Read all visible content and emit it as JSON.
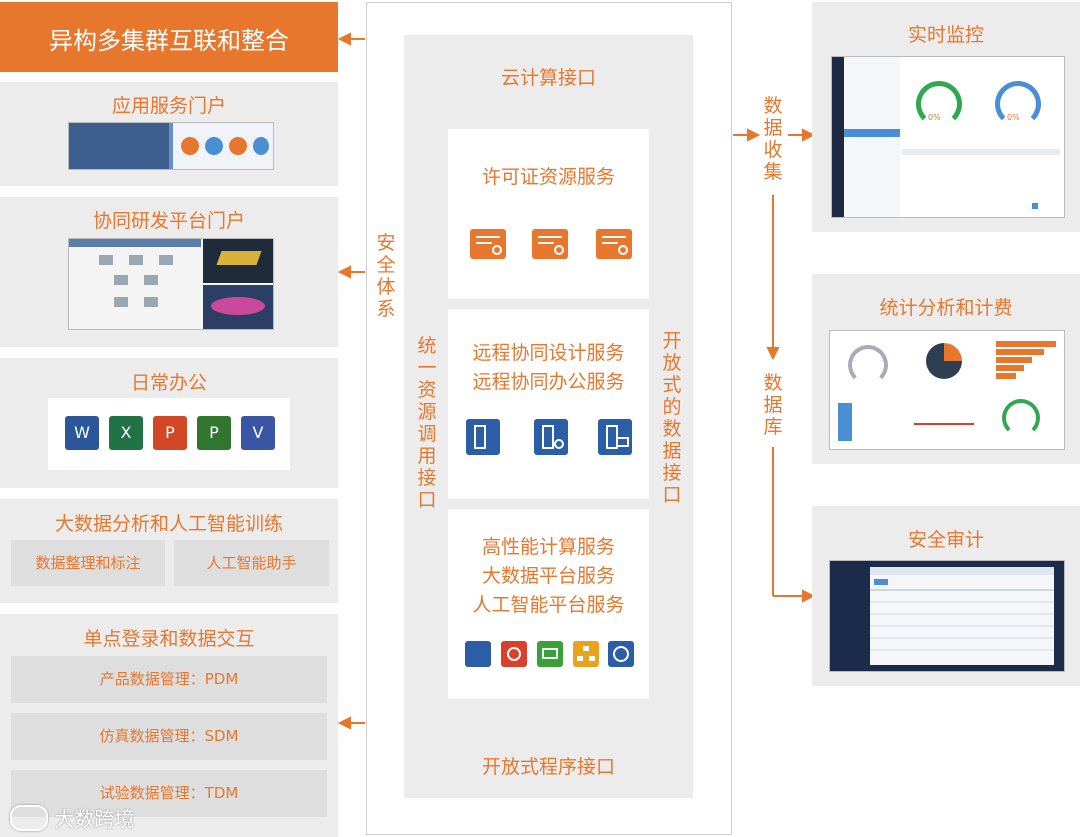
{
  "left": {
    "title_bar": "异构多集群互联和整合",
    "app_portal": "应用服务门户",
    "collab_portal": "协同研发平台门户",
    "office": "日常办公",
    "office_apps": [
      "W",
      "X",
      "P",
      "P",
      "V"
    ],
    "bigdata_title": "大数据分析和人工智能训练",
    "bigdata_items": [
      "数据整理和标注",
      "人工智能助手"
    ],
    "sso_title": "单点登录和数据交互",
    "sso_items": [
      "产品数据管理：PDM",
      "仿真数据管理：SDM",
      "试验数据管理：TDM"
    ]
  },
  "center": {
    "cloud_interface": "云计算接口",
    "license_service": "许可证资源服务",
    "remote_services": [
      "远程协同设计服务",
      "远程协同办公服务"
    ],
    "hpc_services": [
      "高性能计算服务",
      "大数据平台服务",
      "人工智能平台服务"
    ],
    "open_program_interface": "开放式程序接口",
    "security_system": "安全体系",
    "unified_resource": "统一资源调用接口",
    "open_data_interface": "开放式的数据接口"
  },
  "right": {
    "data_collection": "数据收集",
    "database": "数据库",
    "monitor_title": "实时监控",
    "stats_title": "统计分析和计费",
    "audit_title": "安全审计",
    "gauge_values": [
      "0%",
      "0%"
    ]
  },
  "watermark": "大数跨境",
  "colors": {
    "accent": "#e8772e",
    "panel": "#ececec",
    "icon_blue": "#2c5ea8"
  }
}
